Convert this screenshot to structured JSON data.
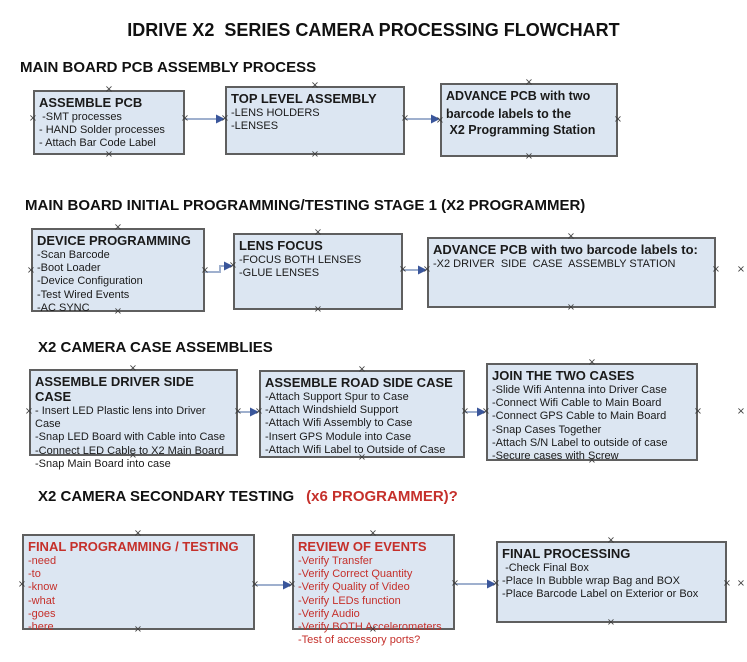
{
  "title": "IDRIVE X2  SERIES CAMERA PROCESSING FLOWCHART",
  "marks": {
    "glyph": "×"
  },
  "colors": {
    "box_fill": "#dce6f2",
    "box_border": "#5f5f5f",
    "arrow_line": "#9fb0ce",
    "arrow_head": "#3a569b",
    "red_text": "#c5302b",
    "black_text": "#1a1a1a"
  },
  "sections": [
    {
      "heading": "MAIN BOARD PCB ASSEMBLY PROCESS",
      "boxes": [
        {
          "title": "ASSEMBLE PCB",
          "items": [
            " -SMT processes",
            "- HAND Solder processes",
            "- Attach Bar Code Label"
          ]
        },
        {
          "title": "TOP LEVEL ASSEMBLY",
          "items": [
            "-LENS HOLDERS",
            "-LENSES"
          ]
        },
        {
          "title": "ADVANCE PCB with two",
          "items": [
            "barcode labels to the",
            " X2 Programming Station"
          ]
        }
      ]
    },
    {
      "heading": "MAIN BOARD INITIAL PROGRAMMING/TESTING STAGE 1 (X2 PROGRAMMER)",
      "boxes": [
        {
          "title": "DEVICE PROGRAMMING",
          "items": [
            "-Scan Barcode",
            "-Boot Loader",
            "-Device Configuration",
            "-Test Wired Events",
            "-AC SYNC"
          ]
        },
        {
          "title": "LENS FOCUS",
          "items": [
            "-FOCUS BOTH LENSES",
            "-GLUE LENSES"
          ]
        },
        {
          "title": "ADVANCE PCB with two barcode labels to:",
          "items": [
            "-X2 DRIVER  SIDE  CASE  ASSEMBLY STATION"
          ]
        }
      ]
    },
    {
      "heading": "X2 CAMERA CASE ASSEMBLIES",
      "boxes": [
        {
          "title": "ASSEMBLE DRIVER SIDE CASE",
          "items": [
            "- Insert LED Plastic lens into Driver Case",
            "-Snap LED Board with Cable into Case",
            "-Connect LED Cable to X2 Main Board",
            "-Snap Main Board into case"
          ]
        },
        {
          "title": "ASSEMBLE ROAD SIDE CASE",
          "items": [
            "-Attach Support Spur to Case",
            "-Attach Windshield Support",
            "-Attach Wifi Assembly to Case",
            "-Insert GPS Module into Case",
            "-Attach Wifi Label to Outside of Case"
          ]
        },
        {
          "title": "JOIN THE TWO CASES",
          "items": [
            "-Slide Wifi Antenna into Driver Case",
            "-Connect Wifi Cable to Main Board",
            "-Connect GPS Cable to Main Board",
            "-Snap Cases Together",
            "-Attach S/N Label to outside of case",
            "-Secure cases with Screw"
          ]
        }
      ]
    },
    {
      "heading": "X2 CAMERA SECONDARY TESTING",
      "heading_red": "(x6 PROGRAMMER)?",
      "boxes": [
        {
          "title": "FINAL PROGRAMMING / TESTING",
          "items": [
            "-need",
            "-to",
            "-know",
            "-what",
            "-goes",
            "-here"
          ]
        },
        {
          "title": "REVIEW OF EVENTS",
          "items": [
            "-Verify Transfer",
            "-Verify Correct Quantity",
            "-Verify Quality of Video",
            "-Verify LEDs function",
            "-Verify Audio",
            "-Verify BOTH Accelerometers",
            "-Test of accessory ports?"
          ]
        },
        {
          "title": "FINAL PROCESSING",
          "items": [
            " -Check Final Box",
            "-Place In Bubble wrap Bag and BOX",
            "-Place Barcode Label on Exterior or Box"
          ]
        }
      ]
    }
  ]
}
